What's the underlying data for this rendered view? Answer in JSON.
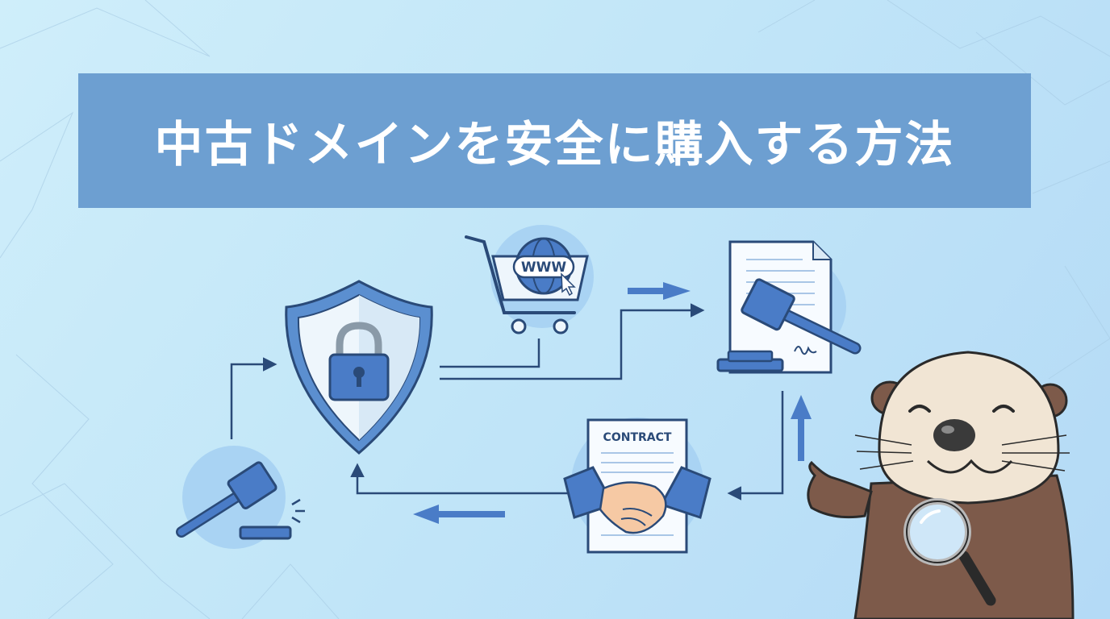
{
  "title": "中古ドメインを安全に購入する方法",
  "cart_label": "WWW",
  "contract_label": "CONTRACT",
  "colors": {
    "banner": "#6d9fd1",
    "primary": "#4a7cc7",
    "dark": "#2a4a78",
    "light_circle": "#a9d3f3",
    "otter_body": "#7d5a4a",
    "otter_face": "#f1e5d4"
  },
  "icons": {
    "security": "shield-lock-icon",
    "cart": "shopping-cart-www-icon",
    "legal": "document-gavel-icon",
    "contract": "contract-handshake-icon",
    "auction": "gavel-icon",
    "mascot": "sea-otter-magnifier-icon"
  }
}
